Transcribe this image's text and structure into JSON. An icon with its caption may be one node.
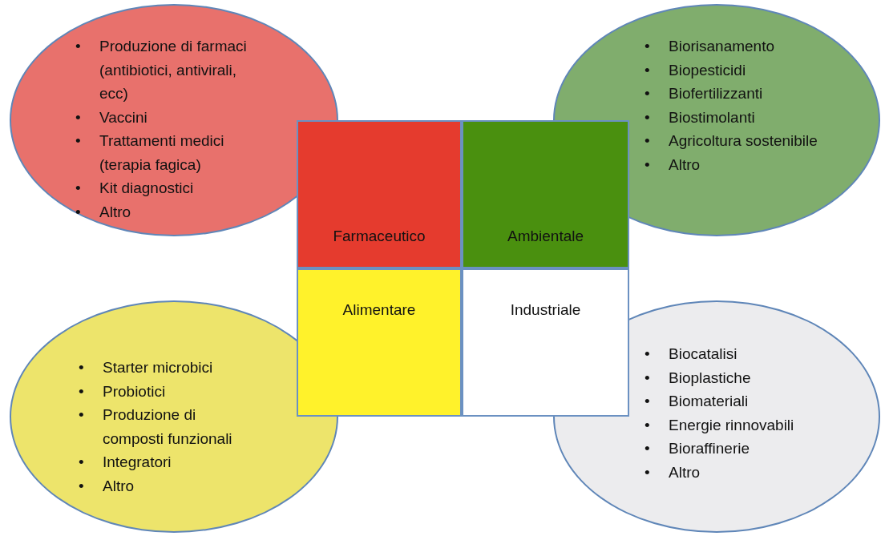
{
  "diagram": {
    "nodes": [
      {
        "text": [
          "Produzione di farmaci (antibiotici, antivirali, ecc)",
          "Vaccini",
          "Trattamenti medici (terapia fagica)",
          "Kit diagnostici",
          "Altro"
        ]
      },
      {
        "text": [
          "Biorisanamento",
          "Biopesticidi",
          "Biofertilizzanti",
          "Biostimolanti",
          "Agricoltura sostenibile",
          "Altro"
        ]
      },
      {
        "text": [
          "Farmaceutico"
        ]
      },
      {
        "text": [
          "Ambientale"
        ]
      },
      {
        "text": [
          "Alimentare"
        ]
      },
      {
        "text": [
          "Industriale"
        ]
      },
      {
        "text": [
          "Starter  microbici",
          "Probiotici",
          "Produzione di composti funzionali",
          "Integratori",
          "Altro"
        ]
      },
      {
        "text": [
          "Biocatalisi",
          "Bioplastiche",
          "Biomateriali",
          "Energie rinnovabili",
          "Bioraffinerie",
          "Altro"
        ]
      }
    ],
    "labels": [
      "•",
      "•",
      "•",
      "•",
      "•",
      "•",
      "•",
      "•",
      "•",
      "•",
      "•",
      "•",
      "•",
      "•",
      "•",
      "•",
      "•",
      "•",
      "•",
      "•",
      "•",
      "•"
    ]
  }
}
